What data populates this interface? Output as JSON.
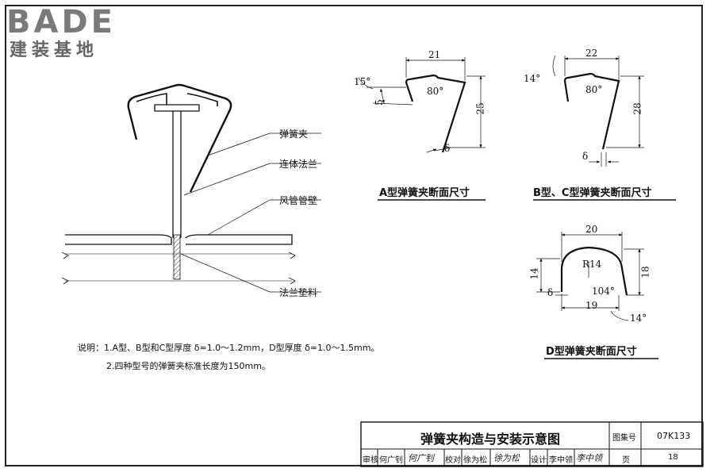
{
  "logo": {
    "mark": "BADE",
    "subtitle": "建装基地"
  },
  "main_diagram": {
    "labels": {
      "spring_clip": "弹簧夹",
      "flange": "连体法兰",
      "duct_wall": "风管管壁",
      "gasket": "法兰垫料"
    }
  },
  "detail_a": {
    "caption": "A型弹簧夹断面尺寸",
    "width": "21",
    "height": "25",
    "angle_top": "15°",
    "angle_inner": "80°",
    "lip": "5",
    "thickness": "δ"
  },
  "detail_bc": {
    "caption": "B型、C型弹簧夹断面尺寸",
    "width": "22",
    "height": "28",
    "angle_top": "14°",
    "angle_inner": "80°",
    "thickness": "δ"
  },
  "detail_d": {
    "caption": "D型弹簧夹断面尺寸",
    "width_top": "20",
    "width_bottom": "19",
    "height_left": "14",
    "height_right": "18",
    "radius": "R14",
    "angle_inner": "104°",
    "angle_bottom": "14°",
    "thickness": "δ"
  },
  "notes": {
    "line1": "说明：1.A型、B型和C型厚度 δ=1.0～1.2mm，D型厚度 δ=1.0～1.5mm。",
    "line2": "2.四种型号的弹簧夹标准长度为150mm。"
  },
  "title_block": {
    "title": "弹簧夹构造与安装示意图",
    "atlas_label": "图集号",
    "atlas_no": "07K133",
    "review_label": "审核",
    "review_name": "何广钊",
    "check_label": "校对",
    "check_name": "徐为松",
    "design_label": "设计",
    "design_name": "李中领",
    "page_label": "页",
    "page_no": "18",
    "sig_review": "何广钊",
    "sig_check": "徐为松",
    "sig_design": "李中领"
  }
}
